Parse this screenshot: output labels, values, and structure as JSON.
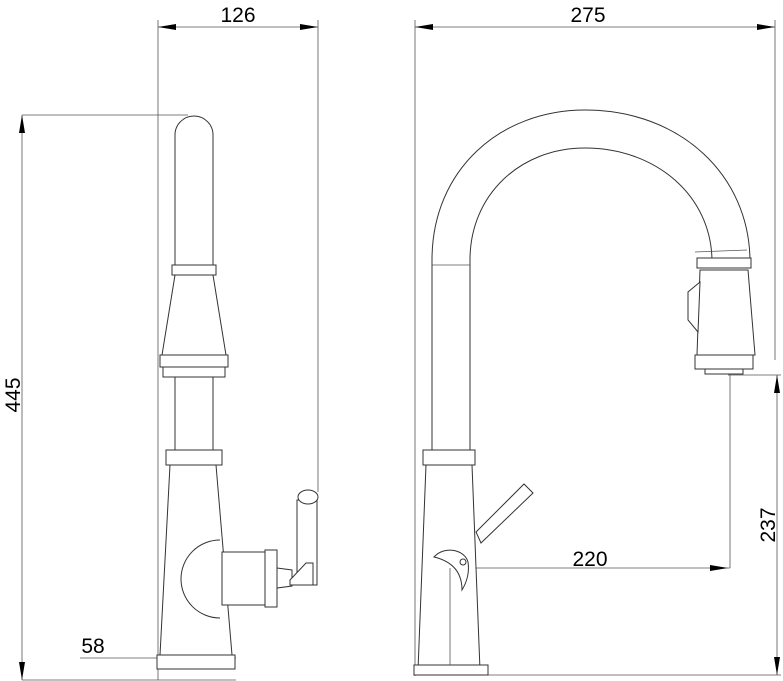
{
  "drawing": {
    "side_view": {
      "width_label": "126",
      "height_label": "445",
      "base_label": "58"
    },
    "front_view": {
      "width_label": "275",
      "reach_label": "220",
      "spout_height_label": "237"
    }
  }
}
